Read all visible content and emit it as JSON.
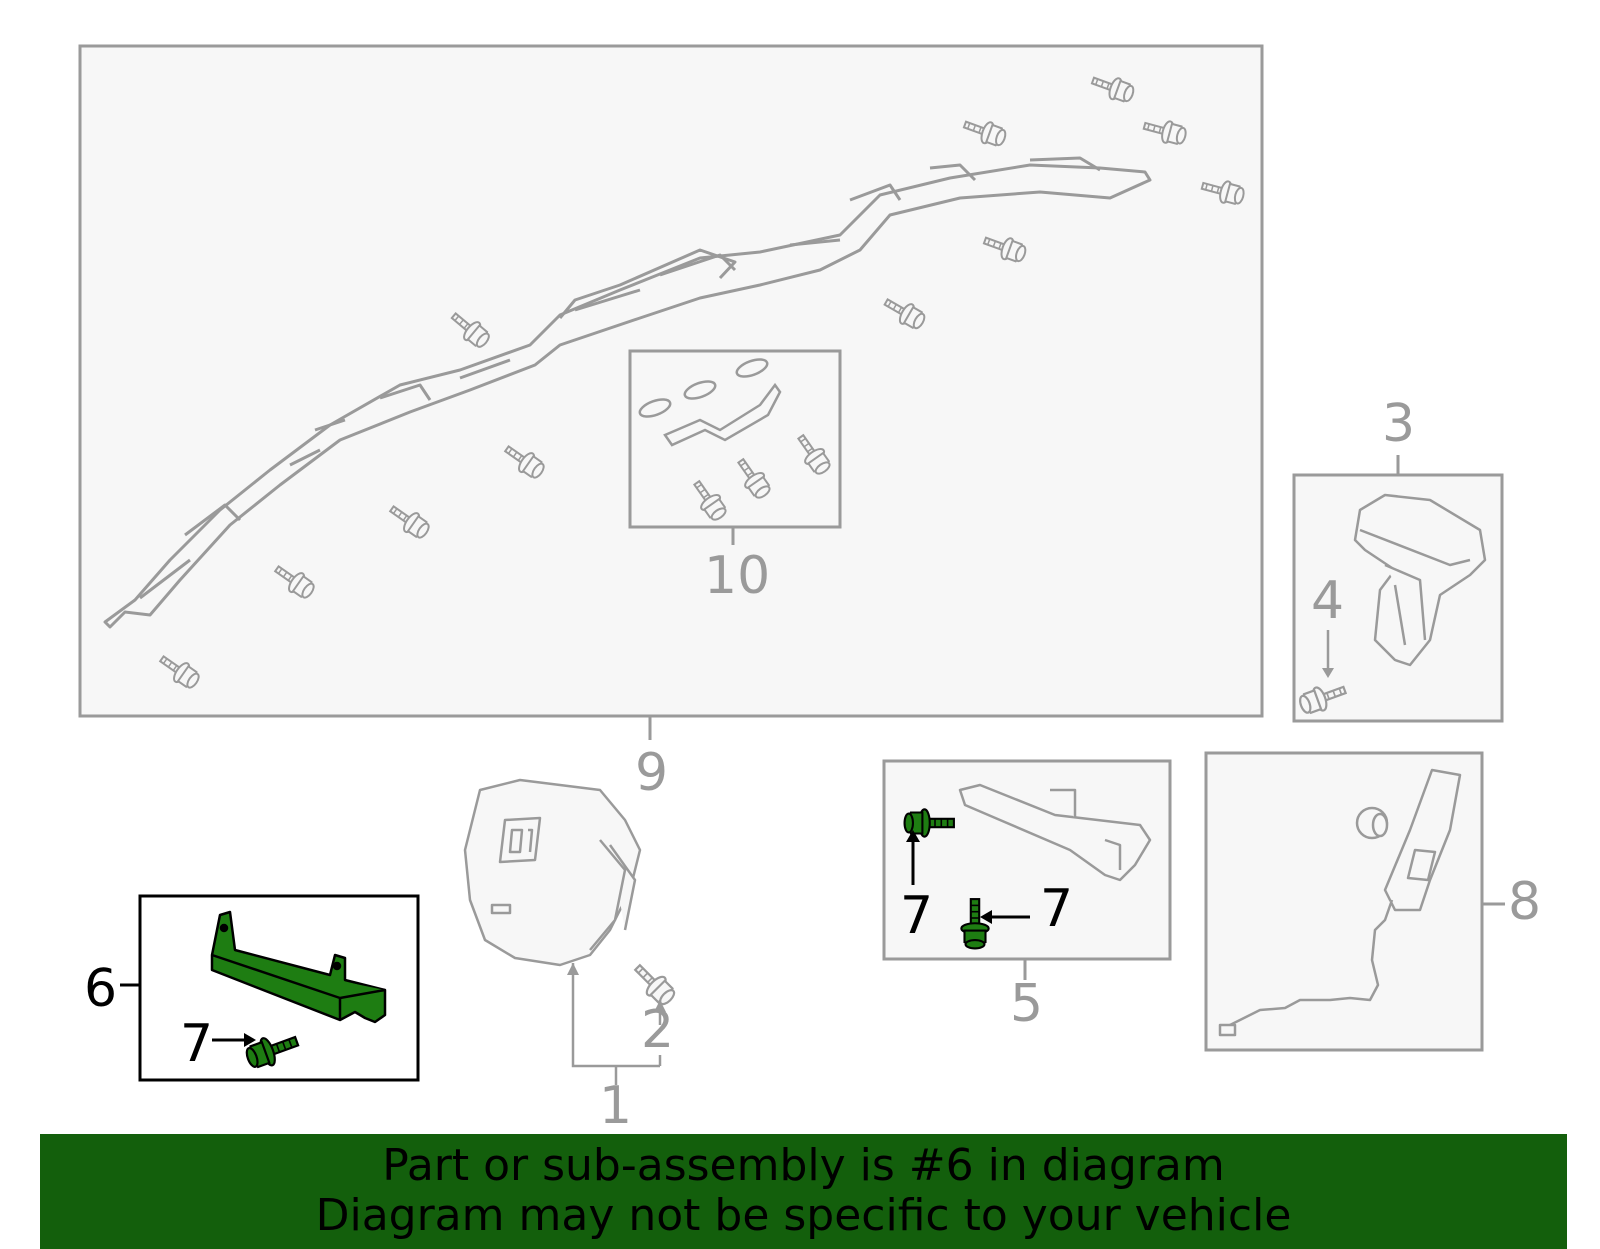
{
  "callouts": {
    "c1": "1",
    "c2": "2",
    "c3": "3",
    "c4": "4",
    "c5": "5",
    "c6": "6",
    "c7a": "7",
    "c7b": "7",
    "c7c": "7",
    "c8": "8",
    "c9": "9",
    "c10": "10"
  },
  "banner": {
    "line1": "Part or sub-assembly is #6 in diagram",
    "line2": "Diagram may not be specific to your vehicle"
  },
  "colors": {
    "highlight": "#1e7d12",
    "banner_bg": "#135f0c",
    "panel_border": "#9a9a9a",
    "selected_border": "#000000"
  },
  "icons": [
    "bolt-icon",
    "curtain-airbag-icon",
    "bracket-icon",
    "steering-airbag-icon",
    "knee-airbag-icon",
    "side-airbag-icon",
    "passenger-airbag-icon"
  ]
}
